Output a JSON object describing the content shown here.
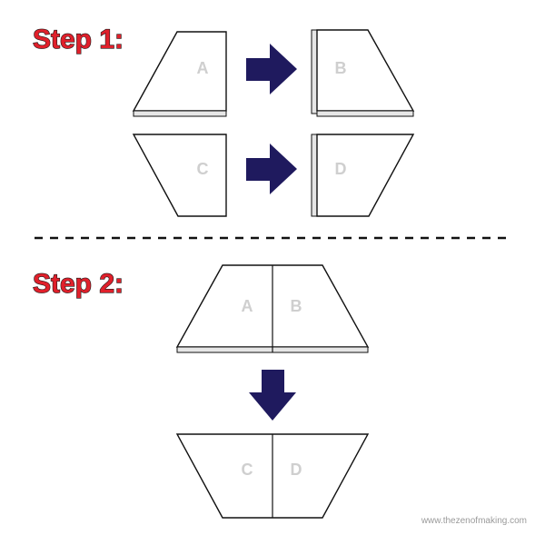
{
  "step1": {
    "title": "Step 1:",
    "piece_a_before": "A",
    "piece_b_after": "B",
    "piece_c_before": "C",
    "piece_d_after": "D"
  },
  "step2": {
    "title": "Step 2:",
    "top_left_label": "A",
    "top_right_label": "B",
    "bottom_left_label": "C",
    "bottom_right_label": "D"
  },
  "credit": "www.thezenofmaking.com",
  "colors": {
    "title_red": "#e0202b",
    "arrow_navy": "#1f1a5e",
    "label_gray": "#cfcfcf",
    "seam_gray": "#e6e6e6"
  },
  "icons": [
    "arrow-right-icon",
    "arrow-down-icon"
  ]
}
